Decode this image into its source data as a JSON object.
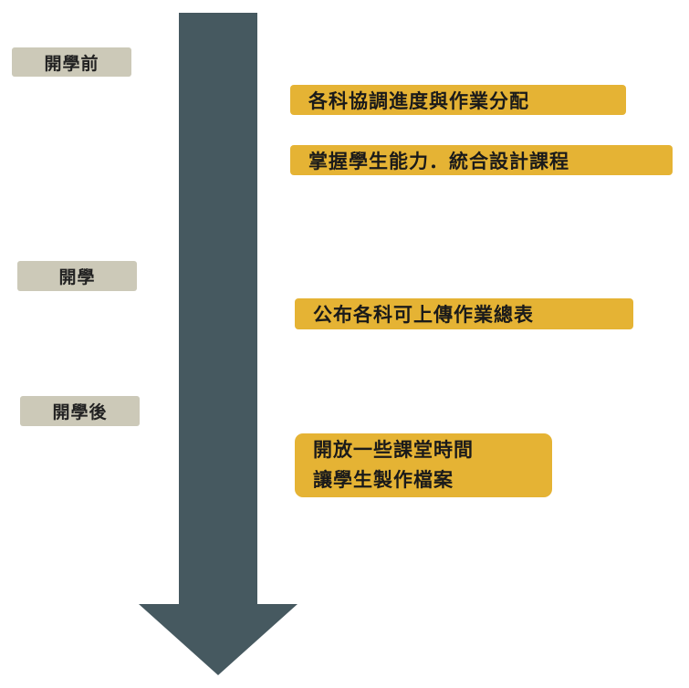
{
  "colors": {
    "arrow": "#465960",
    "phase_label_bg": "#ccc9b8",
    "task_bg": "#e5b334"
  },
  "phases": [
    {
      "label": "開學前"
    },
    {
      "label": "開學"
    },
    {
      "label": "開學後"
    }
  ],
  "tasks": [
    {
      "line1": "各科協調進度與作業分配"
    },
    {
      "line1": "掌握學生能力．統合設計課程"
    },
    {
      "line1": "公布各科可上傳作業總表"
    },
    {
      "line1": "開放一些課堂時間",
      "line2": "讓學生製作檔案"
    }
  ]
}
